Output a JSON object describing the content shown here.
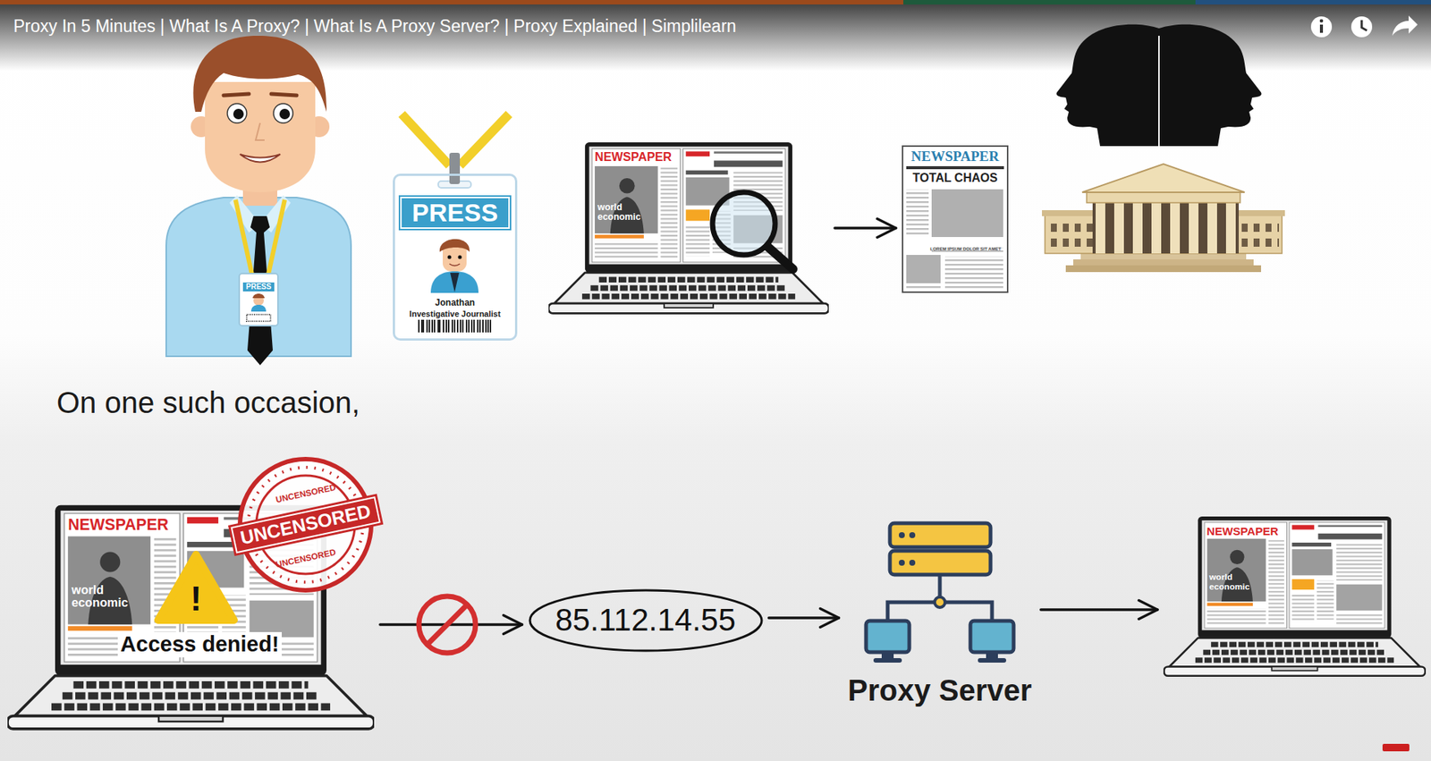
{
  "diagram": {
    "title": "Proxy In 5 Minutes | What Is A Proxy? | What Is A Proxy Server? | Proxy Explained | Simplilearn",
    "caption": "On one such occasion,",
    "nodes": [
      {
        "text": [
          "PRESS",
          "Jonathan",
          "Investigative Journalist"
        ]
      },
      {
        "text": [
          "NEWSPAPER",
          "world economic"
        ]
      },
      {
        "text": [
          "NEWSPAPER",
          "TOTAL CHAOS",
          "LOREM IPSUM DOLOR SIT AMET"
        ]
      },
      {
        "text": [
          "NEWSPAPER",
          "world economic",
          "Access denied!"
        ]
      },
      {
        "text": [
          "85.112.14.55"
        ]
      },
      {
        "text": [
          "Proxy Server"
        ]
      },
      {
        "text": [
          "NEWSPAPER",
          "world economic"
        ]
      }
    ],
    "edges": [
      {
        "from": 1,
        "to": 2,
        "arrow": "to"
      },
      {
        "from": 3,
        "to": 4,
        "arrow": "to"
      },
      {
        "from": 4,
        "to": 5,
        "arrow": "to"
      },
      {
        "from": 5,
        "to": 6,
        "arrow": "to"
      }
    ],
    "labels": [
      "PRESS",
      "UNCENSORED",
      "UNCENSORED",
      "UNCENSORED",
      "!"
    ]
  }
}
